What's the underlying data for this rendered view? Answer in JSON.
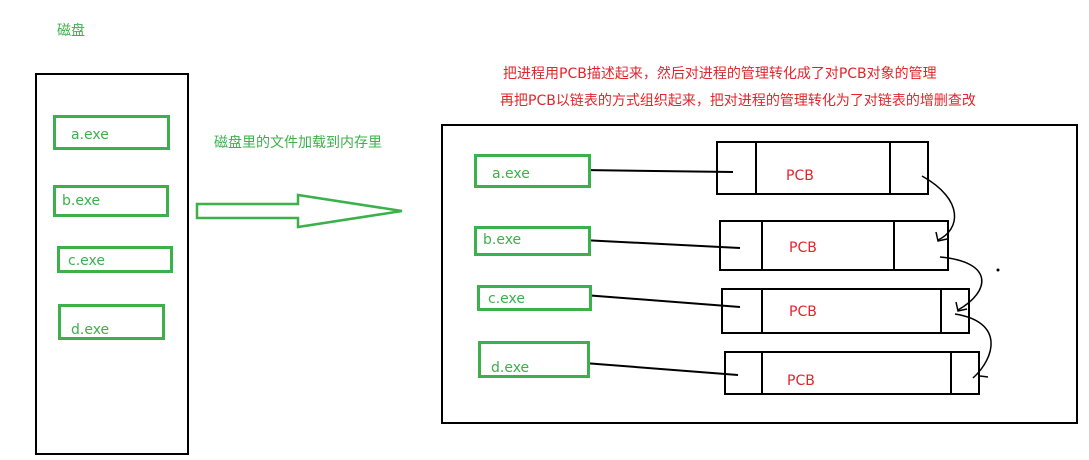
{
  "disk": {
    "title": "磁盘",
    "files": [
      "a.exe",
      "b.exe",
      "c.exe",
      "d.exe"
    ]
  },
  "transfer": {
    "label": "磁盘里的文件加载到内存里"
  },
  "memory": {
    "note_line1": "把进程用PCB描述起来，然后对进程的管理转化成了对PCB对象的管理",
    "note_line2": "再把PCB以链表的方式组织起来，把对进程的管理转化为了对链表的增删查改",
    "files": [
      "a.exe",
      "b.exe",
      "c.exe",
      "d.exe"
    ],
    "pcb_label": "PCB"
  },
  "colors": {
    "green": "#3cb04b",
    "red": "#e0262b",
    "black": "#000000"
  }
}
